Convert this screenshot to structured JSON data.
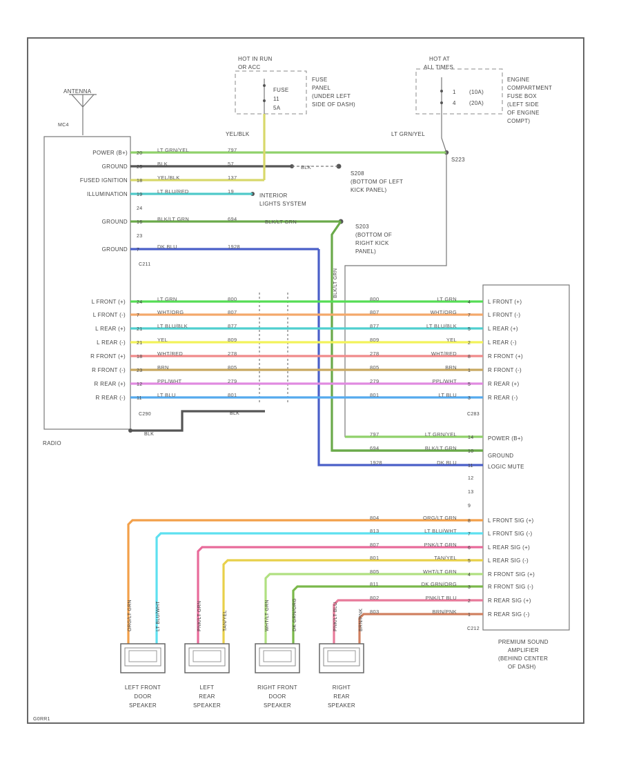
{
  "colors": {
    "lt_grn_yel": "#8fd16a",
    "blk": "#555555",
    "yel_blk": "#d8d86a",
    "lt_blu_red": "#4fc9c9",
    "blk_lt_grn": "#6aaa4a",
    "dk_blu": "#4a5fc8",
    "lt_grn": "#55dd55",
    "wht_org": "#f3a86a",
    "lt_blu_blk": "#4fcfcf",
    "yel": "#f2f25a",
    "wht_red": "#f08a8a",
    "brn": "#c8a860",
    "ppl_wht": "#e08ae0",
    "lt_blu": "#55aaee",
    "org_lt_grn": "#f2a04a",
    "lt_blu_wht": "#5de0f0",
    "pnk_lt_grn": "#e86a9a",
    "tan_yel": "#e8d04a",
    "wht_lt_grn": "#b0e080",
    "dk_grn_org": "#7ab84a",
    "pnk_lt_blu": "#e87a9a",
    "brn_pnk": "#d08060"
  },
  "antenna": {
    "label": "ANTENNA",
    "connector": "MC4"
  },
  "hot_in_run": {
    "title": "HOT IN RUN",
    "subtitle": "OR ACC",
    "fuse": "FUSE",
    "fuse_num": "11",
    "amps": "5A"
  },
  "fuse_panel_note": [
    "FUSE",
    "PANEL",
    "(UNDER LEFT",
    "SIDE OF DASH)"
  ],
  "hot_at_all_times": {
    "title": "HOT AT",
    "subtitle": "ALL TIMES",
    "fuse1": "1",
    "fuse1_amps": "(10A)",
    "fuse2": "4",
    "fuse2_amps": "(20A)"
  },
  "engine_fuse_note": [
    "ENGINE",
    "COMPARTMENT",
    "FUSE BOX",
    "(LEFT SIDE",
    "OF ENGINE",
    "COMPT)"
  ],
  "wire_labels": {
    "yel_blk": "YEL/BLK",
    "lt_grn_yel": "LT GRN/YEL"
  },
  "splices": {
    "s223": "S223",
    "s208": "S208",
    "s203": "S203"
  },
  "s208_note": [
    "(BOTTOM OF LEFT",
    "KICK PANEL)"
  ],
  "s203_note": [
    "(BOTTOM OF",
    "RIGHT KICK",
    "PANEL)"
  ],
  "interior_lights": [
    "INTERIOR",
    "LIGHTS SYSTEM"
  ],
  "radio": {
    "name": "RADIO",
    "c211": "C211",
    "c290": "C290",
    "pins_top": [
      {
        "label": "POWER (B+)",
        "pin": "20",
        "color": "LT GRN/YEL",
        "circ": "797"
      },
      {
        "label": "GROUND",
        "pin": "25",
        "color": "BLK",
        "circ": "57"
      },
      {
        "label": "FUSED IGNITION",
        "pin": "18",
        "color": "YEL/BLK",
        "circ": "137"
      },
      {
        "label": "ILLUMINATION",
        "pin": "19",
        "color": "LT BLU/RED",
        "circ": "19"
      },
      {
        "label": "",
        "pin": "24",
        "color": "",
        "circ": ""
      },
      {
        "label": "GROUND",
        "pin": "16",
        "color": "BLK/LT GRN",
        "circ": "694"
      },
      {
        "label": "",
        "pin": "23",
        "color": "",
        "circ": ""
      },
      {
        "label": "GROUND",
        "pin": "7",
        "color": "DK BLU",
        "circ": "1928"
      }
    ],
    "blk_to_s208": "BLK",
    "blk_lt_grn_mid": "BLK/LT GRN",
    "speakers": [
      {
        "label": "L FRONT (+)",
        "pin": "24",
        "color": "LT GRN",
        "circ": "800"
      },
      {
        "label": "L FRONT (-)",
        "pin": "7",
        "color": "WHT/ORG",
        "circ": "807"
      },
      {
        "label": "L REAR (+)",
        "pin": "21",
        "color": "LT BLU/BLK",
        "circ": "877"
      },
      {
        "label": "L REAR (-)",
        "pin": "21",
        "color": "YEL",
        "circ": "809"
      },
      {
        "label": "R FRONT (+)",
        "pin": "18",
        "color": "WHT/RED",
        "circ": "278"
      },
      {
        "label": "R FRONT (-)",
        "pin": "23",
        "color": "BRN",
        "circ": "805"
      },
      {
        "label": "R REAR (+)",
        "pin": "12",
        "color": "PPL/WHT",
        "circ": "279"
      },
      {
        "label": "R REAR (-)",
        "pin": "11",
        "color": "LT BLU",
        "circ": "801"
      }
    ],
    "blk_low1": "BLK",
    "blk_low2": "BLK"
  },
  "s203_vertical": "BLK/LT GRN",
  "amp": {
    "c283": "C283",
    "c212": "C212",
    "inputs": [
      {
        "label": "L FRONT (+)",
        "pin": "4",
        "color": "LT GRN",
        "circ": "800"
      },
      {
        "label": "L FRONT (-)",
        "pin": "7",
        "color": "WHT/ORG",
        "circ": "807"
      },
      {
        "label": "L REAR (+)",
        "pin": "5",
        "color": "LT BLU/BLK",
        "circ": "877"
      },
      {
        "label": "L REAR (-)",
        "pin": "2",
        "color": "YEL",
        "circ": "809"
      },
      {
        "label": "R FRONT (+)",
        "pin": "8",
        "color": "WHT/RED",
        "circ": "278"
      },
      {
        "label": "R FRONT (-)",
        "pin": "1",
        "color": "BRN",
        "circ": "805"
      },
      {
        "label": "R REAR (+)",
        "pin": "5",
        "color": "PPL/WHT",
        "circ": "279"
      },
      {
        "label": "R REAR (-)",
        "pin": "3",
        "color": "LT BLU",
        "circ": "801"
      }
    ],
    "power": [
      {
        "label": "POWER (B+)",
        "pin": "14",
        "color": "LT GRN/YEL",
        "circ": "797"
      },
      {
        "label": "GROUND",
        "pin": "10",
        "color": "BLK/LT GRN",
        "circ": "694"
      },
      {
        "label": "LOGIC MUTE",
        "pin": "11",
        "color": "DK BLU",
        "circ": "1928"
      },
      {
        "label": "",
        "pin": "12",
        "color": "",
        "circ": ""
      },
      {
        "label": "",
        "pin": "13",
        "color": "",
        "circ": ""
      },
      {
        "label": "",
        "pin": "9",
        "color": "",
        "circ": ""
      }
    ],
    "outputs": [
      {
        "label": "L FRONT SIG (+)",
        "pin": "8",
        "color": "ORG/LT GRN",
        "circ": "804"
      },
      {
        "label": "L FRONT SIG (-)",
        "pin": "7",
        "color": "LT BLU/WHT",
        "circ": "813"
      },
      {
        "label": "L REAR SIG (+)",
        "pin": "6",
        "color": "PNK/LT GRN",
        "circ": "807"
      },
      {
        "label": "L REAR SIG (-)",
        "pin": "5",
        "color": "TAN/YEL",
        "circ": "801"
      },
      {
        "label": "R FRONT SIG (+)",
        "pin": "4",
        "color": "WHT/LT GRN",
        "circ": "805"
      },
      {
        "label": "R FRONT SIG (-)",
        "pin": "3",
        "color": "DK GRN/ORG",
        "circ": "811"
      },
      {
        "label": "R REAR SIG (+)",
        "pin": "2",
        "color": "PNK/LT BLU",
        "circ": "802"
      },
      {
        "label": "R REAR SIG (-)",
        "pin": "1",
        "color": "BRN/PNK",
        "circ": "803"
      }
    ],
    "note": [
      "PREMIUM SOUND",
      "AMPLIFIER",
      "(BEHIND CENTER",
      "OF DASH)"
    ]
  },
  "speakers": [
    {
      "name": [
        "LEFT FRONT",
        "DOOR",
        "SPEAKER"
      ],
      "wires": [
        "ORG/LT GRN",
        "LT BLU/WHT"
      ]
    },
    {
      "name": [
        "LEFT",
        "REAR",
        "SPEAKER"
      ],
      "wires": [
        "PNK/LT GRN",
        "TAN/YEL"
      ]
    },
    {
      "name": [
        "RIGHT FRONT",
        "DOOR",
        "SPEAKER"
      ],
      "wires": [
        "WHT/LT GRN",
        "DK GRN/ORG"
      ]
    },
    {
      "name": [
        "RIGHT",
        "REAR",
        "SPEAKER"
      ],
      "wires": [
        "PNK/LT BLU",
        "BRN/PNK"
      ]
    }
  ],
  "page_code": "G0RR1"
}
